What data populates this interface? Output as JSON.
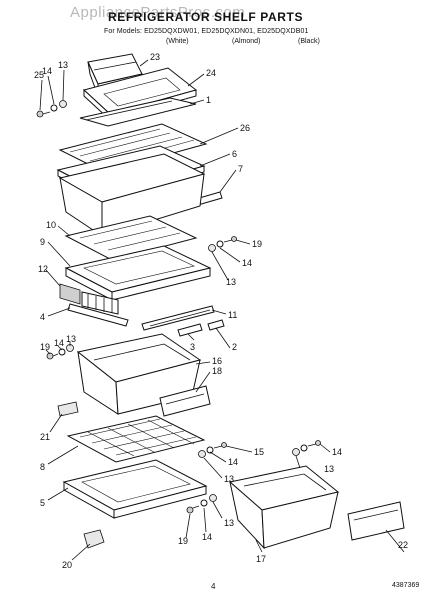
{
  "header": {
    "title": "REFRIGERATOR SHELF PARTS",
    "models": "For Models: ED25DQXDW01, ED25DQXDN01, ED25DQXDB01",
    "finish": [
      "(White)",
      "(Almond)",
      "(Black)"
    ],
    "watermark": "AppliancePartsPros.com"
  },
  "footer": {
    "page_number": "4",
    "doc_number": "4387369"
  },
  "callouts": {
    "c1": "1",
    "c2": "2",
    "c3": "3",
    "c4": "4",
    "c5": "5",
    "c6": "6",
    "c7": "7",
    "c8": "8",
    "c9": "9",
    "c10": "10",
    "c11": "11",
    "c12": "12",
    "c13a": "13",
    "c13b": "13",
    "c13c": "13",
    "c13d": "13",
    "c13e": "13",
    "c13f": "13",
    "c14a": "14",
    "c14b": "14",
    "c14c": "14",
    "c14d": "14",
    "c14e": "14",
    "c14f": "14",
    "c15": "15",
    "c16": "16",
    "c17": "17",
    "c18": "18",
    "c19a": "19",
    "c19b": "19",
    "c19c": "19",
    "c20": "20",
    "c21": "21",
    "c22": "22",
    "c23": "23",
    "c24": "24",
    "c25": "25",
    "c26": "26"
  }
}
